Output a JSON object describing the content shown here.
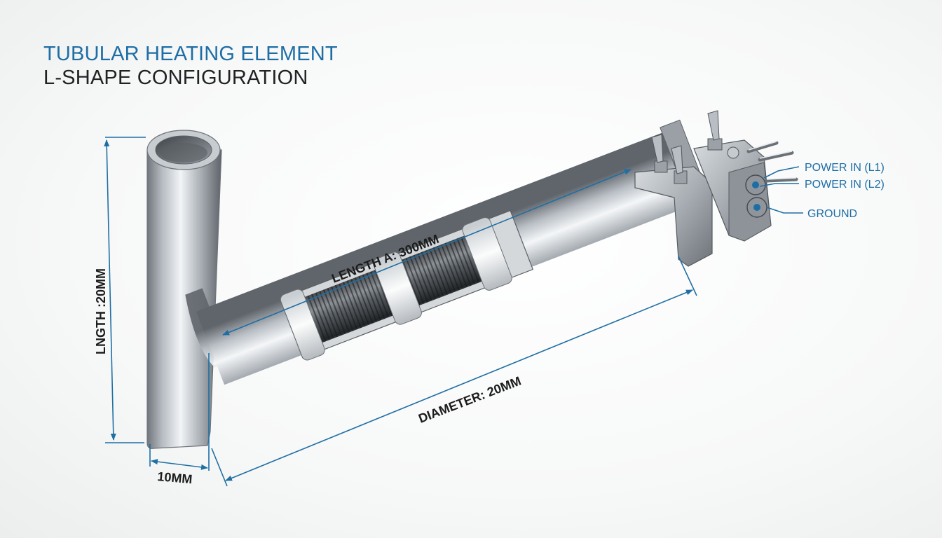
{
  "title": {
    "line1": "TUBULAR HEATING ELEMENT",
    "line2": "L-SHAPE CONFIGURATION"
  },
  "dimensions": {
    "vertical_length": "LNGTH :20MM",
    "horizontal_length": "LENGTH A: 300MM",
    "diameter": "DIAMETER: 20MM",
    "width": "10MM"
  },
  "terminals": {
    "power_l1": "POWER IN (L1)",
    "power_l2": "POWER IN (L2)",
    "ground": "GROUND"
  },
  "colors": {
    "accent": "#1e6ea6",
    "dimension_line": "#1f6fa3",
    "metal_dark": "#6f757b",
    "metal_light": "#eef1f3",
    "coil": "#3a3d40"
  }
}
